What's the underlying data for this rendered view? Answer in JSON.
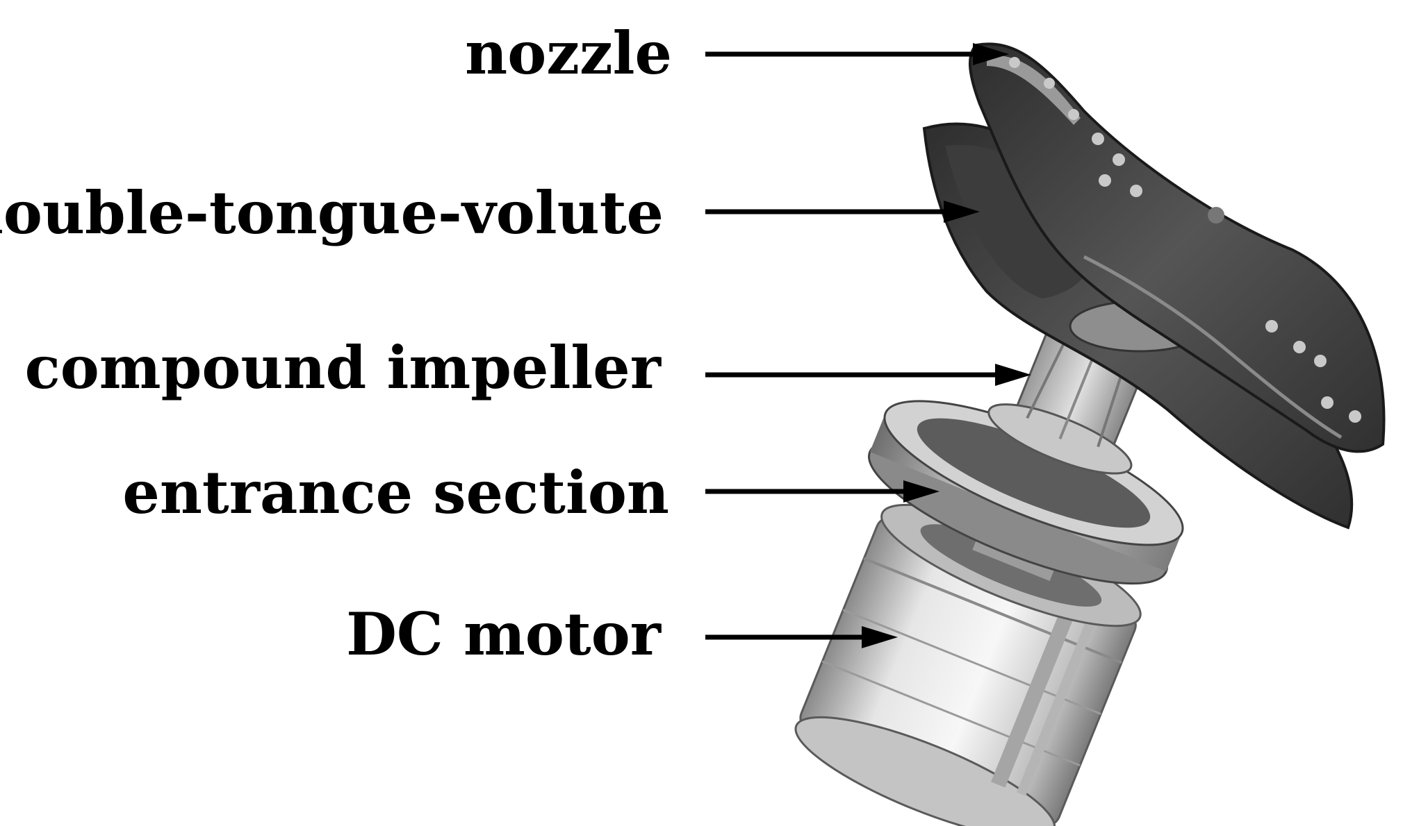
{
  "labels": {
    "nozzle": "nozzle",
    "volute": "double-tongue-volute",
    "impeller": "compound impeller",
    "entrance": "entrance section",
    "motor": "DC motor"
  }
}
